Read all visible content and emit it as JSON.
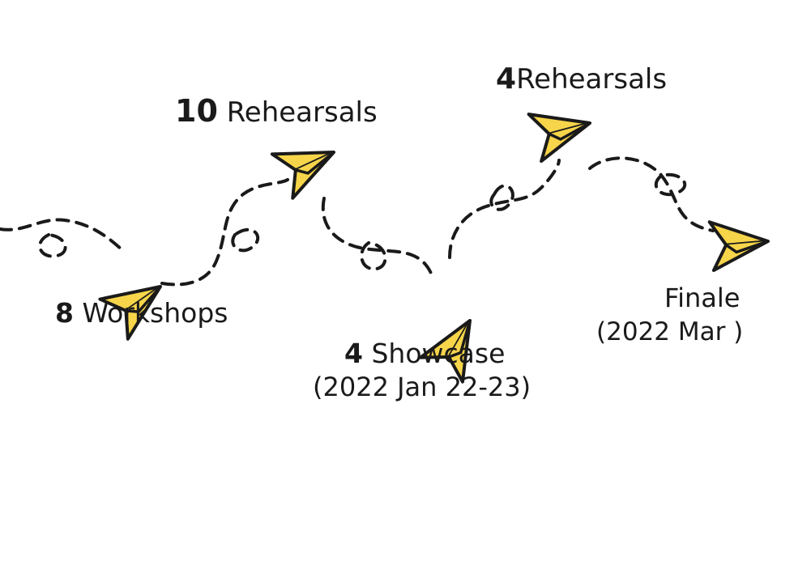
{
  "milestones": {
    "workshops": {
      "count": "8",
      "label": "Workshops"
    },
    "rehearsals_first": {
      "count": "10",
      "label": "Rehearsals"
    },
    "showcase": {
      "count": "4",
      "label": "Showcase",
      "date": "(2022 Jan 22-23)"
    },
    "rehearsals_second": {
      "count": "4",
      "label": "Rehearsals"
    },
    "finale": {
      "label": "Finale",
      "date": "(2022 Mar )"
    }
  },
  "colors": {
    "plane_fill": "#F7D54A",
    "stroke": "#1a1a1a",
    "background": "#ffffff"
  },
  "icons": [
    "paper-plane-icon"
  ]
}
